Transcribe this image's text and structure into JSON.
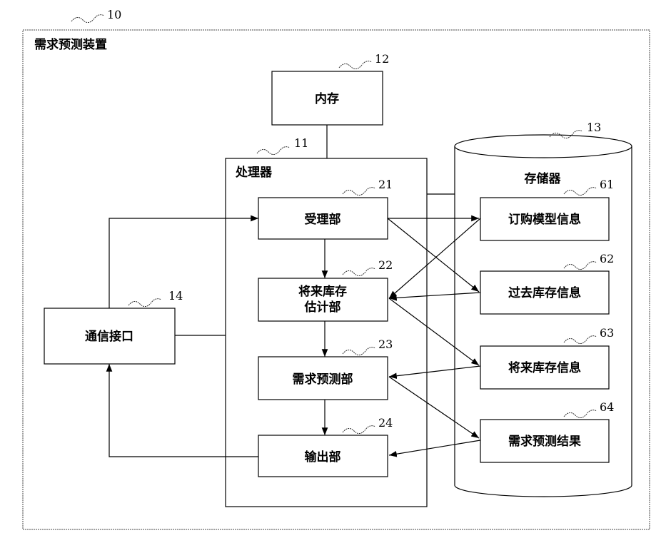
{
  "device": {
    "label": "需求预测装置",
    "ref": "10"
  },
  "memory": {
    "label": "内存",
    "ref": "12"
  },
  "processor": {
    "label": "处理器",
    "ref": "11"
  },
  "storage": {
    "label": "存储器",
    "ref": "13"
  },
  "comm_interface": {
    "label": "通信接口",
    "ref": "14"
  },
  "units": [
    {
      "label": "受理部",
      "ref": "21"
    },
    {
      "label_line1": "将来库存",
      "label_line2": "估计部",
      "ref": "22"
    },
    {
      "label": "需求预测部",
      "ref": "23"
    },
    {
      "label": "输出部",
      "ref": "24"
    }
  ],
  "stored_items": [
    {
      "label": "订购模型信息",
      "ref": "61"
    },
    {
      "label": "过去库存信息",
      "ref": "62"
    },
    {
      "label": "将来库存信息",
      "ref": "63"
    },
    {
      "label": "需求预测结果",
      "ref": "64"
    }
  ]
}
